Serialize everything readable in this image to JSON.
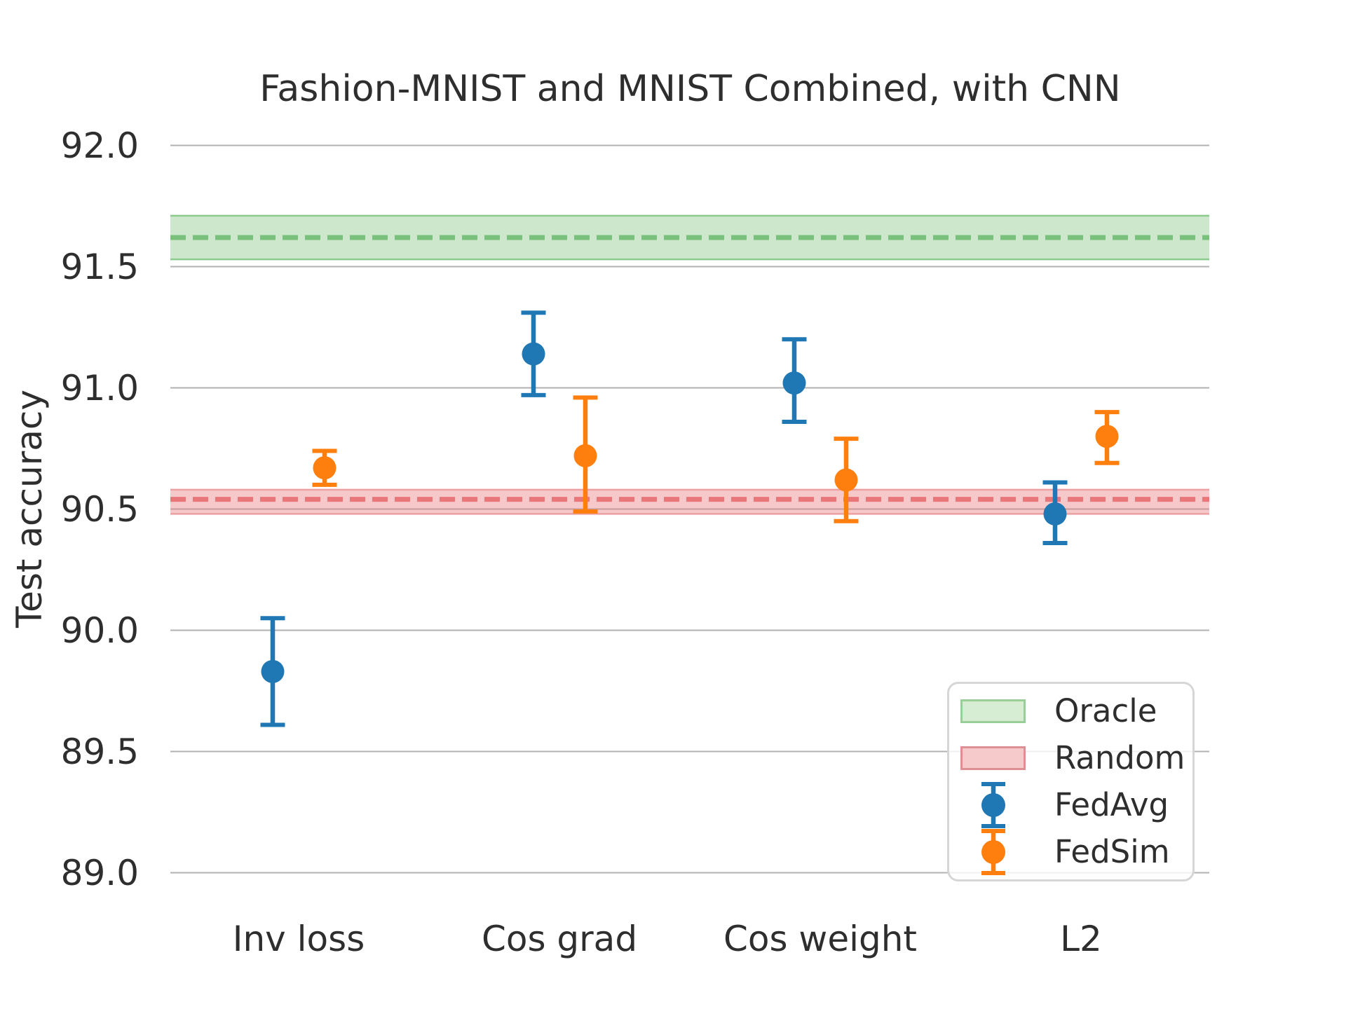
{
  "chart_data": {
    "type": "errorbar",
    "title": "Fashion-MNIST and MNIST Combined, with CNN",
    "xlabel": "",
    "ylabel": "Test accuracy",
    "categories": [
      "Inv loss",
      "Cos grad",
      "Cos weight",
      "L2"
    ],
    "yticks": [
      92.0,
      91.5,
      91.0,
      90.5,
      90.0,
      89.5,
      89.0
    ],
    "ylim": [
      88.85,
      92.15
    ],
    "grid": true,
    "legend_position": "lower right",
    "bands": [
      {
        "name": "Oracle",
        "center": 91.62,
        "low": 91.53,
        "high": 91.71,
        "line_color": "#79c17a",
        "edge_color": "#8cc98d",
        "fill_color": "rgba(121,193,122,0.38)"
      },
      {
        "name": "Random",
        "center": 90.54,
        "low": 90.48,
        "high": 90.58,
        "line_color": "#e8767b",
        "edge_color": "#eba0a3",
        "fill_color": "rgba(232,118,123,0.40)"
      }
    ],
    "series": [
      {
        "name": "FedAvg",
        "color": "#1f77b4",
        "points": [
          {
            "category": "Inv loss",
            "y": 89.83,
            "lo": 89.61,
            "hi": 90.05
          },
          {
            "category": "Cos grad",
            "y": 91.14,
            "lo": 90.97,
            "hi": 91.31
          },
          {
            "category": "Cos weight",
            "y": 91.02,
            "lo": 90.86,
            "hi": 91.2
          },
          {
            "category": "L2",
            "y": 90.48,
            "lo": 90.36,
            "hi": 90.61
          }
        ]
      },
      {
        "name": "FedSim",
        "color": "#ff7f0e",
        "points": [
          {
            "category": "Inv loss",
            "y": 90.67,
            "lo": 90.6,
            "hi": 90.74
          },
          {
            "category": "Cos grad",
            "y": 90.72,
            "lo": 90.49,
            "hi": 90.96
          },
          {
            "category": "Cos weight",
            "y": 90.62,
            "lo": 90.45,
            "hi": 90.79
          },
          {
            "category": "L2",
            "y": 90.8,
            "lo": 90.69,
            "hi": 90.9
          }
        ]
      }
    ],
    "legend": {
      "items": [
        {
          "label": "Oracle",
          "type": "band",
          "fill": "#d6ecd3",
          "border": "#98cf98"
        },
        {
          "label": "Random",
          "type": "band",
          "fill": "#f6c9cb",
          "border": "#dd8f93"
        },
        {
          "label": "FedAvg",
          "type": "errorbar",
          "color": "#1f77b4"
        },
        {
          "label": "FedSim",
          "type": "errorbar",
          "color": "#ff7f0e"
        }
      ]
    },
    "colors": {
      "grid": "#b2b2b2",
      "text": "#2e2e2e"
    }
  }
}
